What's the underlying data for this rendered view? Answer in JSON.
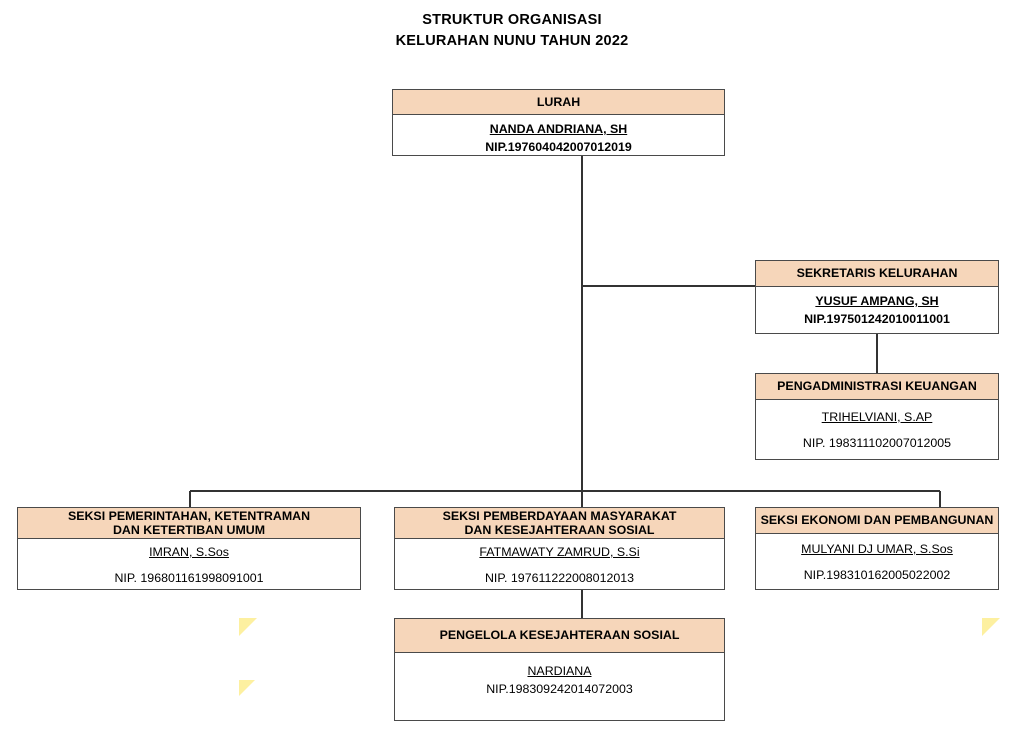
{
  "title": {
    "line1": "STRUKTUR ORGANISASI",
    "line2": "KELURAHAN NUNU TAHUN 2022"
  },
  "colors": {
    "header_fill": "#f6d6ba",
    "border": "#4a4a4a",
    "line": "#333333",
    "artifact": "#fdf0a0",
    "background": "#ffffff"
  },
  "chart_data": {
    "type": "diagram",
    "title": "STRUKTUR ORGANISASI KELURAHAN NUNU TAHUN 2022",
    "nodes": [
      {
        "id": "lurah",
        "role": "LURAH",
        "name": "NANDA ANDRIANA, SH",
        "nip": "NIP.197604042007012019",
        "level": 1
      },
      {
        "id": "sekretaris",
        "role": "SEKRETARIS KELURAHAN",
        "name": "YUSUF AMPANG, SH",
        "nip": "NIP.197501242010011001",
        "level": 2
      },
      {
        "id": "pengadministrasi",
        "role": "PENGADMINISTRASI KEUANGAN",
        "name": "TRIHELVIANI, S.AP",
        "nip": "NIP. 198311102007012005",
        "level": 3
      },
      {
        "id": "seksi-pemerintahan",
        "role": "SEKSI PEMERINTAHAN, KETENTRAMAN DAN KETERTIBAN UMUM",
        "role_line1": "SEKSI PEMERINTAHAN, KETENTRAMAN",
        "role_line2": "DAN KETERTIBAN UMUM",
        "name": "IMRAN, S.Sos",
        "nip": "NIP. 196801161998091001",
        "level": 3
      },
      {
        "id": "seksi-pemberdayaan",
        "role": "SEKSI PEMBERDAYAAN MASYARAKAT DAN KESEJAHTERAAN SOSIAL",
        "role_line1": "SEKSI PEMBERDAYAAN MASYARAKAT",
        "role_line2": "DAN KESEJAHTERAAN SOSIAL",
        "name": "FATMAWATY ZAMRUD, S.Si",
        "nip": "NIP. 197611222008012013",
        "level": 3
      },
      {
        "id": "seksi-ekonomi",
        "role": "SEKSI EKONOMI DAN PEMBANGUNAN",
        "name": "MULYANI DJ UMAR, S.Sos",
        "nip": "NIP.198310162005022002",
        "level": 3
      },
      {
        "id": "pengelola",
        "role": "PENGELOLA KESEJAHTERAAN SOSIAL",
        "name": "NARDIANA",
        "nip": "NIP.198309242014072003",
        "level": 4
      }
    ],
    "edges": [
      {
        "from": "lurah",
        "to": "sekretaris"
      },
      {
        "from": "sekretaris",
        "to": "pengadministrasi"
      },
      {
        "from": "lurah",
        "to": "seksi-pemerintahan"
      },
      {
        "from": "lurah",
        "to": "seksi-pemberdayaan"
      },
      {
        "from": "lurah",
        "to": "seksi-ekonomi"
      },
      {
        "from": "seksi-pemberdayaan",
        "to": "pengelola"
      }
    ]
  }
}
